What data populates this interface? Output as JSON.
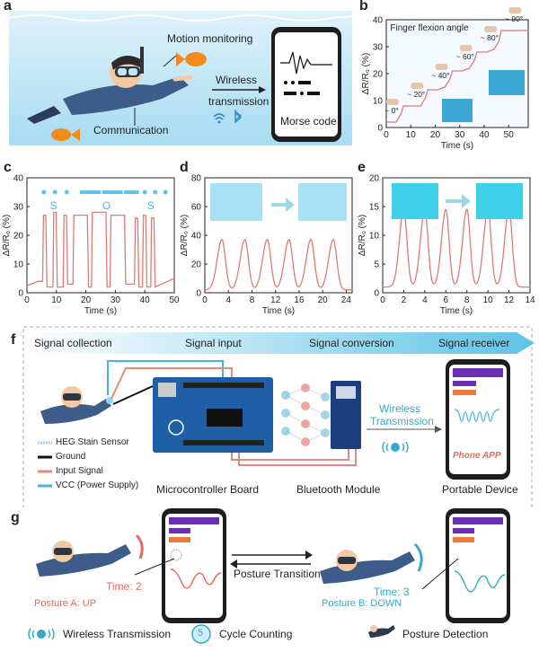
{
  "panels": {
    "a": {
      "letter": "a",
      "motion": "Motion monitoring",
      "communication": "Communication",
      "wireless": "Wireless",
      "transmission": "transmission",
      "morse": "Morse code"
    },
    "f": {
      "letter": "f",
      "steps": [
        "Signal collection",
        "Signal input",
        "Signal conversion",
        "Signal receiver"
      ],
      "legend": [
        "HEG Stain Sensor",
        "Ground",
        "Input Signal",
        "VCC (Power Supply)"
      ],
      "board": "Microcontroller Board",
      "bluetooth": "Bluetooth Module",
      "portable": "Portable Device",
      "wireless": "Wireless",
      "transmission": "Transmission",
      "app": "Phone APP"
    },
    "g": {
      "letter": "g",
      "posture_a": "Posture A: UP",
      "posture_b": "Posture B: DOWN",
      "time_a": "Time: 2",
      "time_b": "Time: 3",
      "transition": "Posture Transition",
      "legend_wireless": "Wireless Transmission",
      "legend_cycle": "Cycle Counting",
      "legend_posture": "Posture Detection",
      "cycle_num": "5"
    },
    "letters": {
      "b": "b",
      "c": "c",
      "d": "d",
      "e": "e"
    }
  },
  "chart_data": [
    {
      "type": "line",
      "panel": "b",
      "title": "Finger flexion angle",
      "xlabel": "Time (s)",
      "ylabel": "ΔR/R₀ (%)",
      "xlim": [
        0,
        58
      ],
      "ylim": [
        0,
        40
      ],
      "xticks": [
        0,
        10,
        20,
        30,
        40,
        50
      ],
      "yticks": [
        0,
        10,
        20,
        30,
        40
      ],
      "annotations": [
        "~ 0°",
        "~ 20°",
        "~ 40°",
        "~ 60°",
        "~ 80°",
        "~ 90°"
      ],
      "x": [
        0,
        4,
        6,
        7,
        9,
        11,
        14,
        16,
        17,
        19,
        21,
        24,
        26,
        27,
        29,
        31,
        34,
        36,
        37,
        39,
        41,
        44,
        46,
        47,
        49,
        51,
        58
      ],
      "y": [
        2,
        2,
        5,
        8,
        8,
        8,
        8,
        11,
        14,
        14,
        14,
        15,
        18,
        21,
        21,
        21,
        22,
        25,
        28,
        28,
        28,
        29,
        32,
        36,
        36,
        36,
        36
      ]
    },
    {
      "type": "line",
      "panel": "c",
      "xlabel": "Time (s)",
      "ylabel": "ΔR/R₀ (%)",
      "xlim": [
        0,
        50
      ],
      "ylim": [
        0,
        40
      ],
      "xticks": [
        0,
        10,
        20,
        30,
        40,
        50
      ],
      "yticks": [
        0,
        10,
        20,
        30,
        40
      ],
      "annotations": [
        "S",
        "O",
        "S"
      ],
      "x": [
        0,
        4,
        5.3,
        5.6,
        6.4,
        6.8,
        8.8,
        9.1,
        9.9,
        10.3,
        12.3,
        12.6,
        13.4,
        13.8,
        15.6,
        15.9,
        20.5,
        20.9,
        21.9,
        22.2,
        26.8,
        27.2,
        28.2,
        28.5,
        33.1,
        33.5,
        36.5,
        36.8,
        37.6,
        38,
        39.2,
        39.5,
        40.3,
        40.7,
        42,
        42.3,
        43.1,
        43.5,
        50
      ],
      "y": [
        2.5,
        4,
        4,
        27,
        27,
        2,
        2,
        28,
        28,
        2,
        2,
        27,
        27,
        3,
        3,
        27,
        27,
        2,
        2,
        28,
        28,
        2,
        2,
        27,
        27,
        3,
        3,
        26,
        26,
        2,
        2,
        27,
        27,
        2,
        2,
        26,
        26,
        2,
        5
      ]
    },
    {
      "type": "line",
      "panel": "d",
      "xlabel": "Time (s)",
      "ylabel": "ΔR/R₀ (%)",
      "xlim": [
        0,
        25
      ],
      "ylim": [
        0,
        80
      ],
      "xticks": [
        0,
        4,
        8,
        12,
        16,
        20,
        24
      ],
      "yticks": [
        0,
        20,
        40,
        60,
        80
      ],
      "peaks_x": [
        2.9,
        6.8,
        10.6,
        14.3,
        18,
        21.8
      ],
      "peak_y": 37,
      "baseline_y": 2
    },
    {
      "type": "line",
      "panel": "e",
      "xlabel": "Time (s)",
      "ylabel": "ΔR/R₀ (%)",
      "xlim": [
        0,
        14
      ],
      "ylim": [
        0,
        20
      ],
      "xticks": [
        0,
        2,
        4,
        6,
        8,
        10,
        12,
        14
      ],
      "yticks": [
        0,
        5,
        10,
        15,
        20
      ],
      "peaks_x": [
        2,
        4,
        6,
        8,
        10,
        12
      ],
      "peak_y": 14.5,
      "baseline_y": 1
    }
  ],
  "colors": {
    "trace": "#e07a75",
    "sky": "#5fb8e6",
    "accent_red": "#e46a5d",
    "accent_cyan": "#35a9cf",
    "purple": "#6b2fb5"
  }
}
